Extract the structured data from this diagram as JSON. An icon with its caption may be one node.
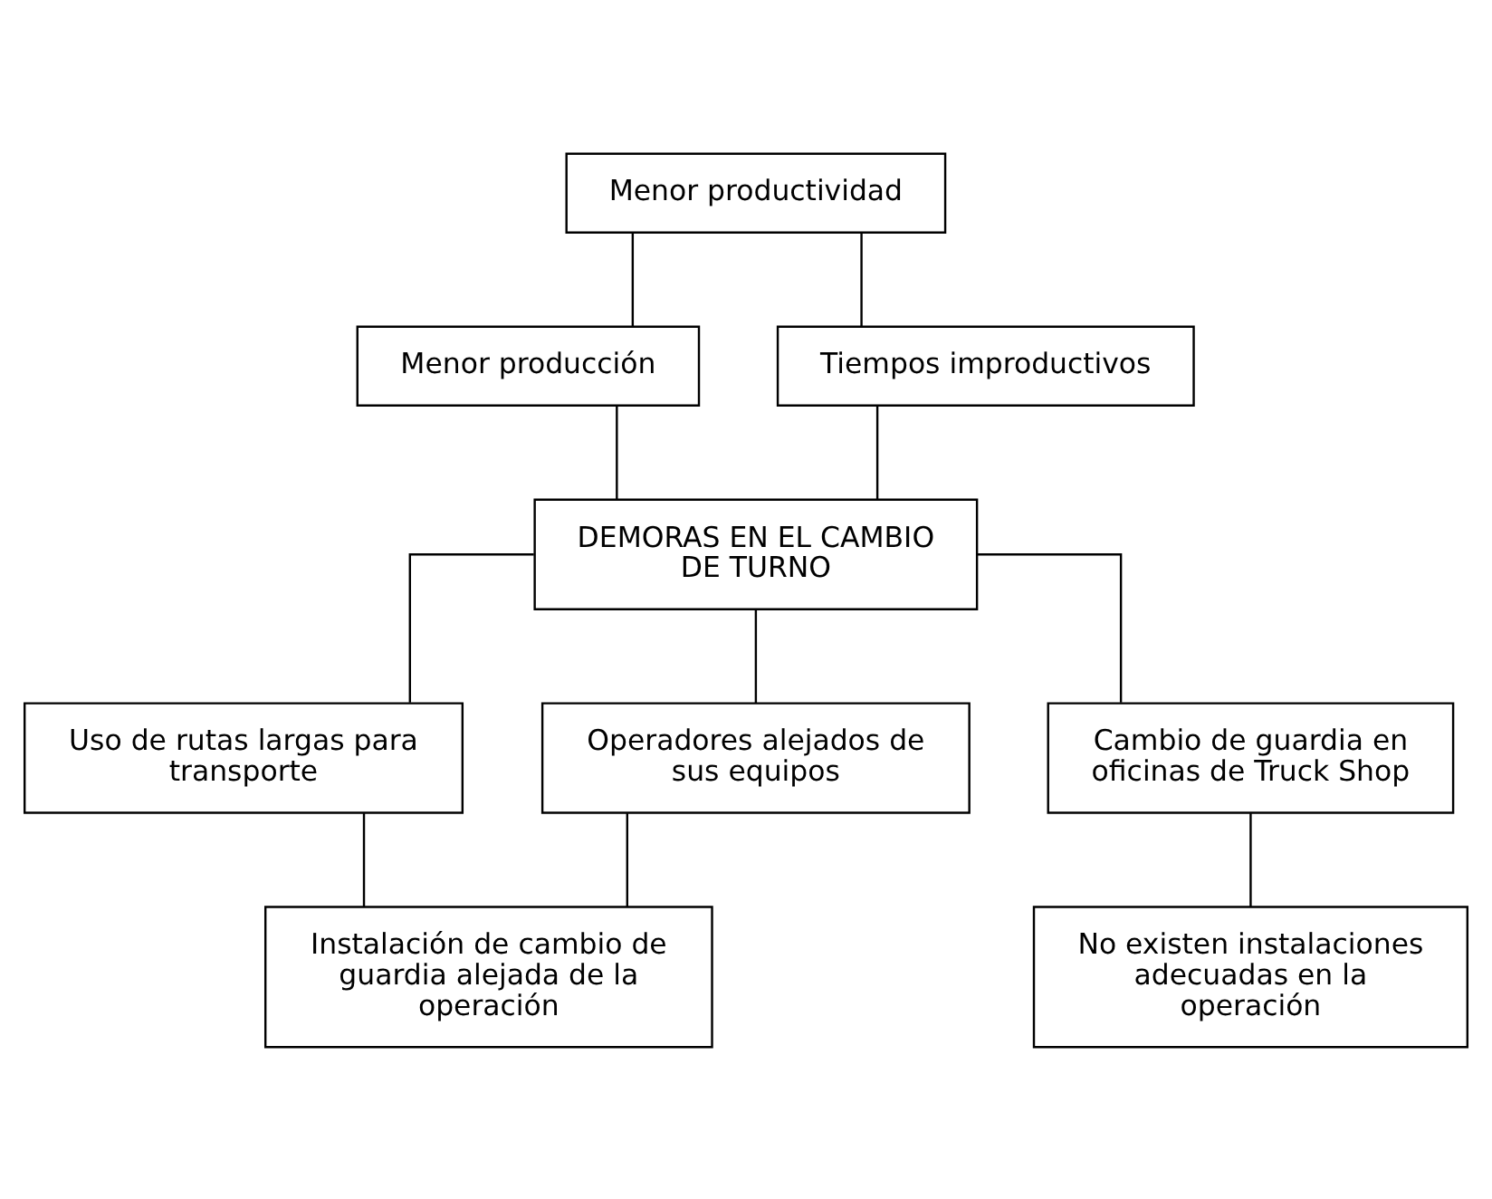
{
  "diagram": {
    "nodes": [
      {
        "text": [
          "Menor productividad"
        ]
      },
      {
        "text": [
          "Menor producción"
        ]
      },
      {
        "text": [
          "Tiempos improductivos"
        ]
      },
      {
        "text": [
          "DEMORAS EN EL CAMBIO DE TURNO"
        ]
      },
      {
        "text": [
          "Uso de rutas largas para transporte"
        ]
      },
      {
        "text": [
          "Operadores alejados de sus equipos"
        ]
      },
      {
        "text": [
          "Cambio de guardia en oficinas de Truck Shop"
        ]
      },
      {
        "text": [
          "Instalación de cambio de guardia alejada de la operación"
        ]
      },
      {
        "text": [
          "No existen instalaciones adecuadas en la operación"
        ]
      }
    ],
    "edges": [
      {
        "from": 0,
        "to": 1,
        "arrow": "none"
      },
      {
        "from": 0,
        "to": 2,
        "arrow": "none"
      },
      {
        "from": 1,
        "to": 3,
        "arrow": "none"
      },
      {
        "from": 2,
        "to": 3,
        "arrow": "none"
      },
      {
        "from": 3,
        "to": 4,
        "arrow": "none"
      },
      {
        "from": 3,
        "to": 5,
        "arrow": "none"
      },
      {
        "from": 3,
        "to": 6,
        "arrow": "none"
      },
      {
        "from": 4,
        "to": 7,
        "arrow": "none"
      },
      {
        "from": 5,
        "to": 7,
        "arrow": "none"
      },
      {
        "from": 6,
        "to": 8,
        "arrow": "none"
      }
    ]
  }
}
